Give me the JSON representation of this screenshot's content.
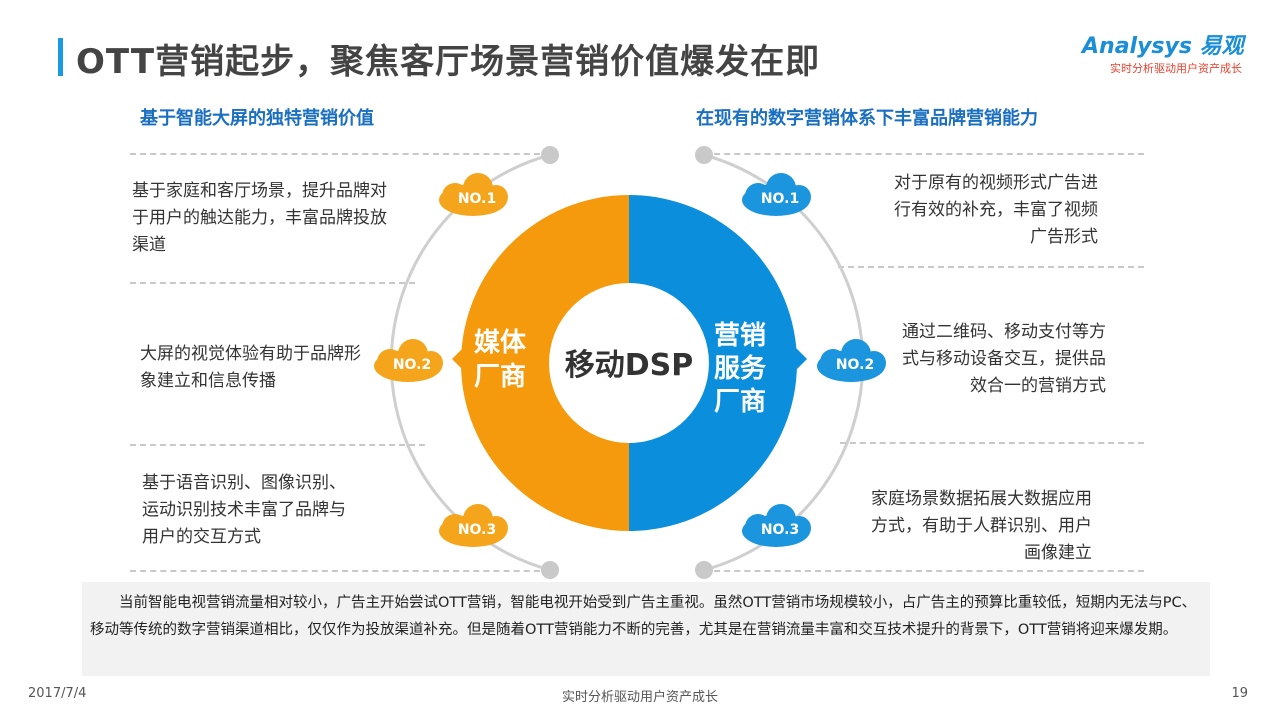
{
  "header": {
    "title": "OTT营销起步，聚焦客厅场景营销价值爆发在即"
  },
  "logo": {
    "name": "Analysys 易观",
    "tagline": "实时分析驱动用户资产成长"
  },
  "left": {
    "heading": "基于智能大屏的独特营销价值",
    "items": [
      {
        "badge": "NO.1",
        "text": "基于家庭和客厅场景，提升品牌对于用户的触达能力，丰富品牌投放渠道"
      },
      {
        "badge": "NO.2",
        "text": "大屏的视觉体验有助于品牌形象建立和信息传播"
      },
      {
        "badge": "NO.3",
        "text": "基于语音识别、图像识别、运动识别技术丰富了品牌与用户的交互方式"
      }
    ]
  },
  "right": {
    "heading": "在现有的数字营销体系下丰富品牌营销能力",
    "items": [
      {
        "badge": "NO.1",
        "text": "对于原有的视频形式广告进行有效的补充，丰富了视频广告形式"
      },
      {
        "badge": "NO.2",
        "text": "通过二维码、移动支付等方式与移动设备交互，提供品效合一的营销方式"
      },
      {
        "badge": "NO.3",
        "text": "家庭场景数据拓展大数据应用方式，有助于人群识别、用户画像建立"
      }
    ]
  },
  "center": {
    "label": "移动DSP",
    "left_segment": "媒体厂商",
    "right_segment": "营销服务厂商",
    "left_color": "#f59a0c",
    "right_color": "#0b8fdc"
  },
  "note": "当前智能电视营销流量相对较小，广告主开始尝试OTT营销，智能电视开始受到广告主重视。虽然OTT营销市场规模较小，占广告主的预算比重较低，短期内无法与PC、移动等传统的数字营销渠道相比，仅仅作为投放渠道补充。但是随着OTT营销能力不断的完善，尤其是在营销流量丰富和交互技术提升的背景下，OTT营销将迎来爆发期。",
  "footer": {
    "date": "2017/7/4",
    "center": "实时分析驱动用户资产成长",
    "page": "19"
  }
}
